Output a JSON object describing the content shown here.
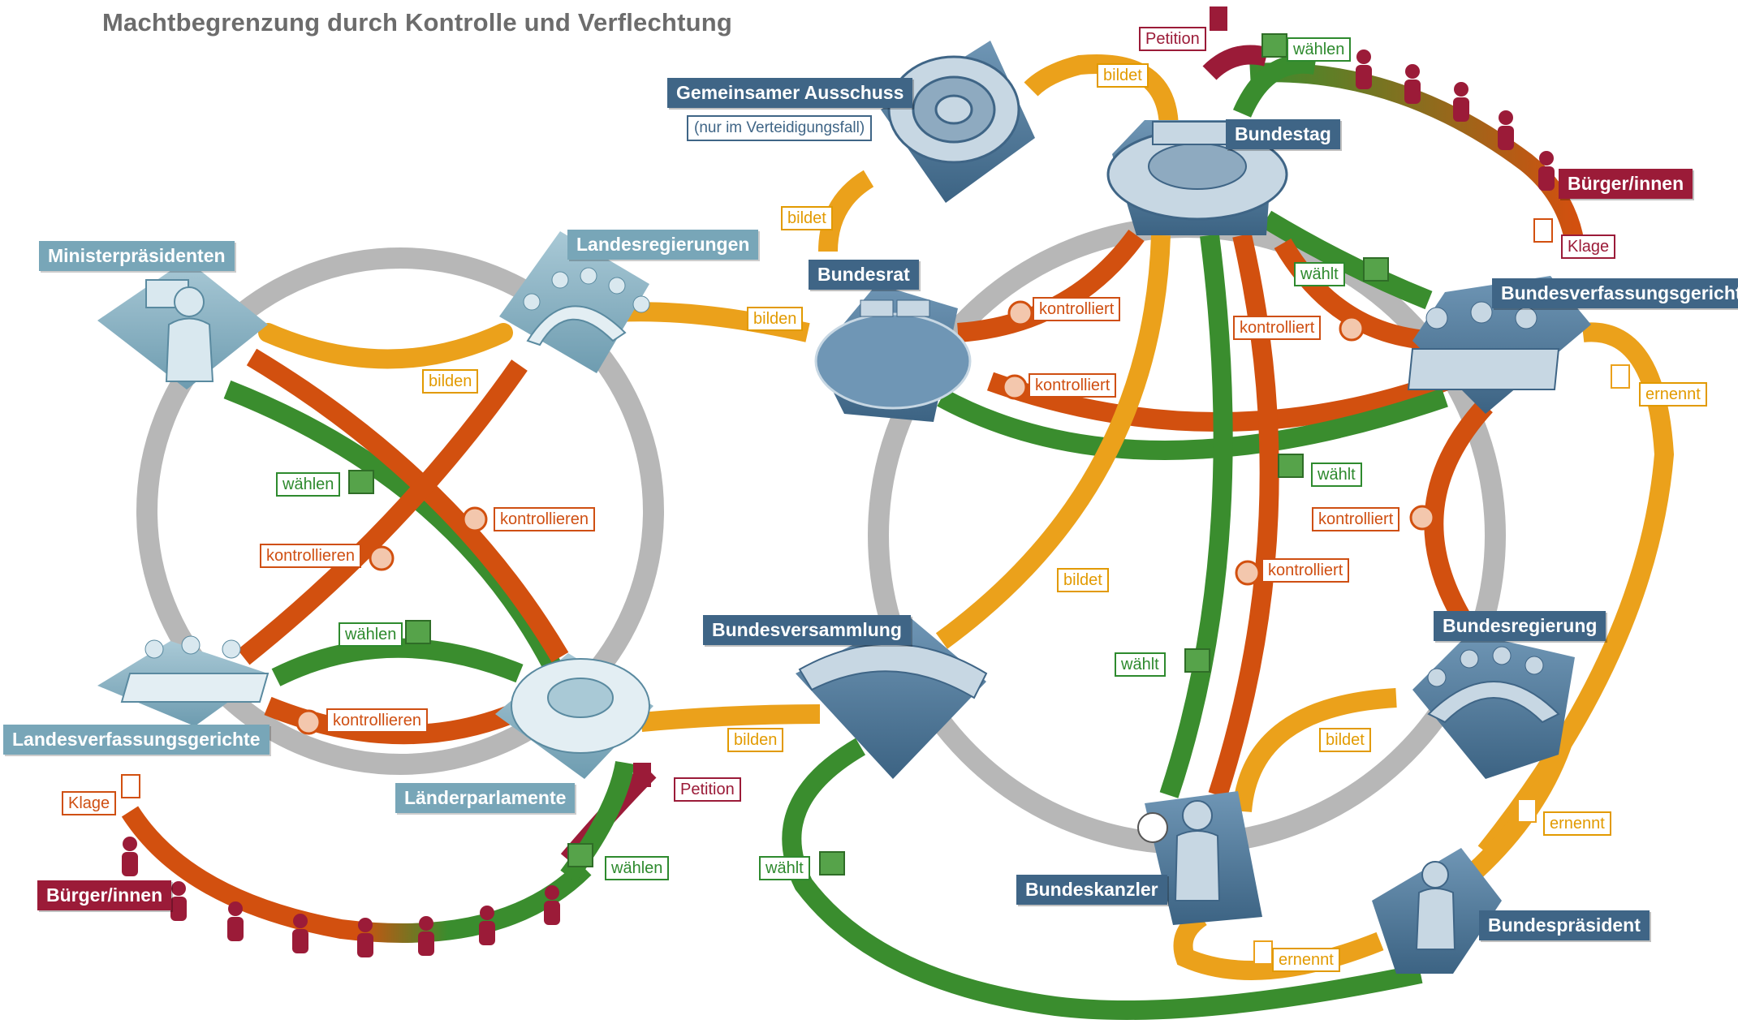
{
  "title": "Machtbegrenzung durch Kontrolle und Verflechtung",
  "colors": {
    "gray_ring": "#b5b5b5",
    "green": "#3a8d2e",
    "orange_red": "#d2500f",
    "yellow_orange": "#eba11b",
    "bordeaux": "#9b1b38",
    "federal_blue": "#3f6586",
    "state_blue": "#78a6b8"
  },
  "institutions": {
    "gemeinsamer_ausschuss": "Gemeinsamer Ausschuss",
    "gemeinsamer_ausschuss_note": "(nur im Verteidigungsfall)",
    "bundestag": "Bundestag",
    "bundesrat": "Bundesrat",
    "bundesverfassungsgericht": "Bundesverfassungsgericht",
    "bundesversammlung": "Bundesversammlung",
    "bundesregierung": "Bundesregierung",
    "bundeskanzler": "Bundeskanzler",
    "bundespraesident": "Bundespräsident",
    "ministerpraesidenten": "Ministerpräsidenten",
    "landesregierungen": "Landesregierungen",
    "landesverfassungsgerichte": "Landesverfassungsgerichte",
    "laenderparlamente": "Länderparlamente",
    "buerger_bund": "Bürger/innen",
    "buerger_land": "Bürger/innen"
  },
  "actions": {
    "petition_bund": "Petition",
    "waehlen_bund": "wählen",
    "bildet_ausschuss_bt": "bildet",
    "bildet_ausschuss_br": "bildet",
    "klage_bund": "Klage",
    "waehlt_bt_bverfg": "wählt",
    "kontrolliert_br_bt": "kontrolliert",
    "kontrolliert_bverfg_bt": "kontrolliert",
    "kontrolliert_bverfg_br": "kontrolliert",
    "waehlt_br_bverfg": "wählt",
    "ernennt_bverfg": "ernennt",
    "kontrolliert_bverfg_breg": "kontrolliert",
    "bildet_bt_bvers": "bildet",
    "kontrolliert_bt_breg": "kontrolliert",
    "waehlt_bt_kanzler": "wählt",
    "bildet_kanzler_breg": "bildet",
    "ernennt_breg": "ernennt",
    "ernennt_kanzler": "ernennt",
    "waehlt_bvers_bp": "wählt",
    "bildet_lr_br": "bilden",
    "bilden_mp_lr": "bilden",
    "waehlen_lp_mp": "wählen",
    "kontrollieren_lp_lr": "kontrollieren",
    "kontrollieren_lvg_lr": "kontrollieren",
    "waehlen_lp_lvg": "wählen",
    "kontrollieren_lvg_lp": "kontrollieren",
    "bilden_lp_bvers": "bilden",
    "petition_land": "Petition",
    "klage_land": "Klage",
    "waehlen_land": "wählen"
  }
}
